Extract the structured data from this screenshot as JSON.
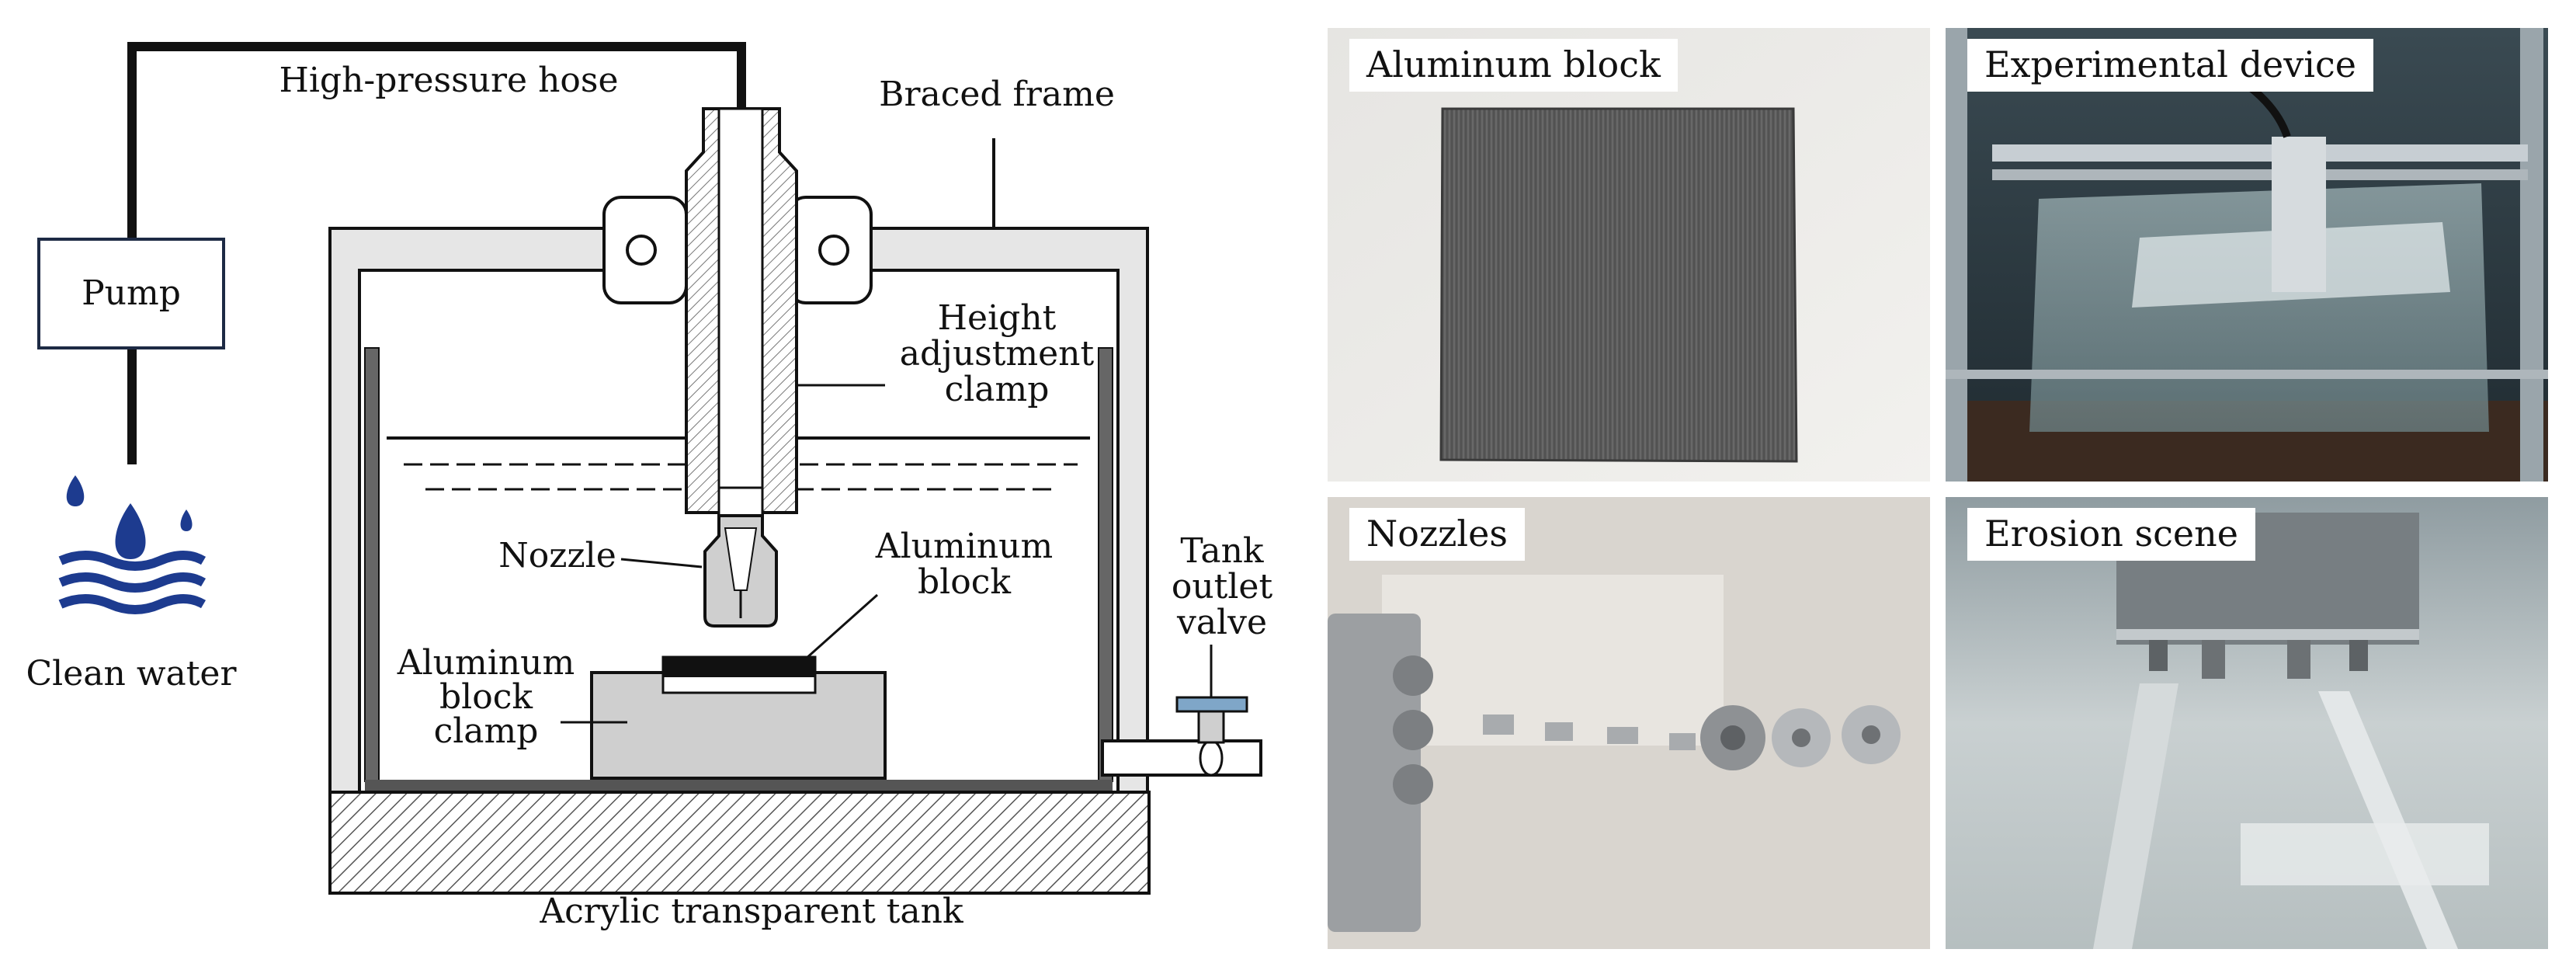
{
  "schematic": {
    "labels": {
      "hose": "High-pressure hose",
      "frame": "Braced frame",
      "pump": "Pump",
      "water": "Clean water",
      "clamp_height_1": "Height",
      "clamp_height_2": "adjustment",
      "clamp_height_3": "clamp",
      "nozzle": "Nozzle",
      "al_block_1": "Aluminum",
      "al_block_2": "block",
      "block_clamp_1": "Aluminum",
      "block_clamp_2": "block",
      "block_clamp_3": "clamp",
      "valve_1": "Tank",
      "valve_2": "outlet",
      "valve_3": "valve",
      "tank": "Acrylic transparent tank"
    }
  },
  "photos": [
    {
      "caption": "Aluminum block"
    },
    {
      "caption": "Experimental device"
    },
    {
      "caption": "Nozzles"
    },
    {
      "caption": "Erosion scene"
    }
  ],
  "colors": {
    "water_icon": "#1d3b8f",
    "frame_fill": "#e6e6e6",
    "block_fill": "#cfcfcf"
  }
}
